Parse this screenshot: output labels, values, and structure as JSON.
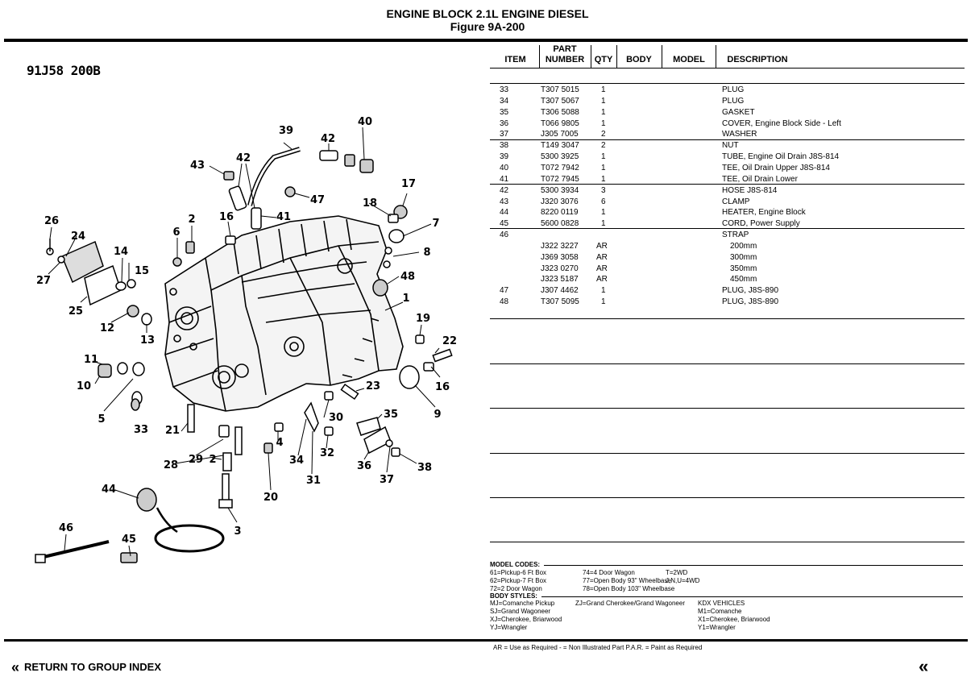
{
  "header": {
    "title": "ENGINE BLOCK 2.1L ENGINE DIESEL",
    "figure": "Figure  9A-200"
  },
  "diagram": {
    "figure_id": "91J58 200B",
    "callouts": [
      {
        "label": "1"
      },
      {
        "label": "2"
      },
      {
        "label": "2"
      },
      {
        "label": "3"
      },
      {
        "label": "4"
      },
      {
        "label": "5"
      },
      {
        "label": "6"
      },
      {
        "label": "7"
      },
      {
        "label": "8"
      },
      {
        "label": "9"
      },
      {
        "label": "10"
      },
      {
        "label": "11"
      },
      {
        "label": "12"
      },
      {
        "label": "13"
      },
      {
        "label": "14"
      },
      {
        "label": "15"
      },
      {
        "label": "16"
      },
      {
        "label": "16"
      },
      {
        "label": "17"
      },
      {
        "label": "18"
      },
      {
        "label": "19"
      },
      {
        "label": "20"
      },
      {
        "label": "21"
      },
      {
        "label": "22"
      },
      {
        "label": "23"
      },
      {
        "label": "24"
      },
      {
        "label": "25"
      },
      {
        "label": "26"
      },
      {
        "label": "27"
      },
      {
        "label": "28"
      },
      {
        "label": "29"
      },
      {
        "label": "30"
      },
      {
        "label": "31"
      },
      {
        "label": "32"
      },
      {
        "label": "33"
      },
      {
        "label": "34"
      },
      {
        "label": "35"
      },
      {
        "label": "36"
      },
      {
        "label": "37"
      },
      {
        "label": "38"
      },
      {
        "label": "39"
      },
      {
        "label": "40"
      },
      {
        "label": "41"
      },
      {
        "label": "42"
      },
      {
        "label": "42"
      },
      {
        "label": "43"
      },
      {
        "label": "44"
      },
      {
        "label": "45"
      },
      {
        "label": "46"
      },
      {
        "label": "47"
      },
      {
        "label": "48"
      }
    ]
  },
  "table": {
    "headers": {
      "item": "ITEM",
      "part_line1": "PART",
      "part_line2": "NUMBER",
      "qty": "QTY",
      "body": "BODY",
      "model": "MODEL",
      "description": "DESCRIPTION"
    },
    "rows": [
      {
        "item": "33",
        "part": "T307 5015",
        "qty": "1",
        "desc": "PLUG"
      },
      {
        "item": "34",
        "part": "T307 5067",
        "qty": "1",
        "desc": "PLUG"
      },
      {
        "item": "35",
        "part": "T306 5088",
        "qty": "1",
        "desc": "GASKET"
      },
      {
        "item": "36",
        "part": "T066 9805",
        "qty": "1",
        "desc": "COVER, Engine Block Side - Left"
      },
      {
        "item": "37",
        "part": "J305 7005",
        "qty": "2",
        "desc": "WASHER"
      },
      {
        "item": "38",
        "part": "T149 3047",
        "qty": "2",
        "desc": "NUT"
      },
      {
        "item": "39",
        "part": "5300 3925",
        "qty": "1",
        "desc": "TUBE, Engine Oil Drain J8S-814"
      },
      {
        "item": "40",
        "part": "T072 7942",
        "qty": "1",
        "desc": "TEE, Oil Drain Upper J8S-814"
      },
      {
        "item": "41",
        "part": "T072 7945",
        "qty": "1",
        "desc": "TEE, Oil Drain Lower"
      },
      {
        "item": "42",
        "part": "5300 3934",
        "qty": "3",
        "desc": "HOSE J8S-814"
      },
      {
        "item": "43",
        "part": "J320 3076",
        "qty": "6",
        "desc": "CLAMP"
      },
      {
        "item": "44",
        "part": "8220 0119",
        "qty": "1",
        "desc": "HEATER, Engine Block"
      },
      {
        "item": "45",
        "part": "5600 0828",
        "qty": "1",
        "desc": "CORD, Power Supply"
      },
      {
        "item": "46",
        "part": "",
        "qty": "",
        "desc": "STRAP"
      },
      {
        "item": "",
        "part": "J322 3227",
        "qty": "AR",
        "desc": "200mm"
      },
      {
        "item": "",
        "part": "J369 3058",
        "qty": "AR",
        "desc": "300mm"
      },
      {
        "item": "",
        "part": "J323 0270",
        "qty": "AR",
        "desc": "350mm"
      },
      {
        "item": "",
        "part": "J323 5187",
        "qty": "AR",
        "desc": "450mm"
      },
      {
        "item": "47",
        "part": "J307 4462",
        "qty": "1",
        "desc": "PLUG, J8S-890"
      },
      {
        "item": "48",
        "part": "T307 5095",
        "qty": "1",
        "desc": "PLUG, J8S-890"
      }
    ]
  },
  "codes": {
    "model_heading": "MODEL CODES:",
    "model_col1": [
      "61=Pickup-6 Ft Box",
      "62=Pickup-7 Ft Box",
      "72=2 Door Wagon"
    ],
    "model_col2": [
      "74=4 Door Wagon",
      "77=Open Body 93\" Wheelbase",
      "78=Open Body 103\" Wheelbase"
    ],
    "model_col3": [
      "T=2WD",
      "J,N,U=4WD"
    ],
    "body_heading": "BODY STYLES:",
    "body_col1": [
      "MJ=Comanche Pickup",
      "SJ=Grand Wagoneer",
      "XJ=Cherokee, Briarwood",
      "YJ=Wrangler"
    ],
    "body_col2": [
      "ZJ=Grand Cherokee/Grand Wagoneer"
    ],
    "body_col3": [
      "KDX VEHICLES",
      "M1=Comanche",
      "X1=Cherokee, Briarwood",
      "Y1=Wrangler"
    ]
  },
  "footer": {
    "legend": "AR = Use as Required   - = Non Illustrated Part   P.A.R. = Paint as Required",
    "return_label": "RETURN TO GROUP INDEX",
    "back_icon": "double-chevron-left-icon"
  }
}
